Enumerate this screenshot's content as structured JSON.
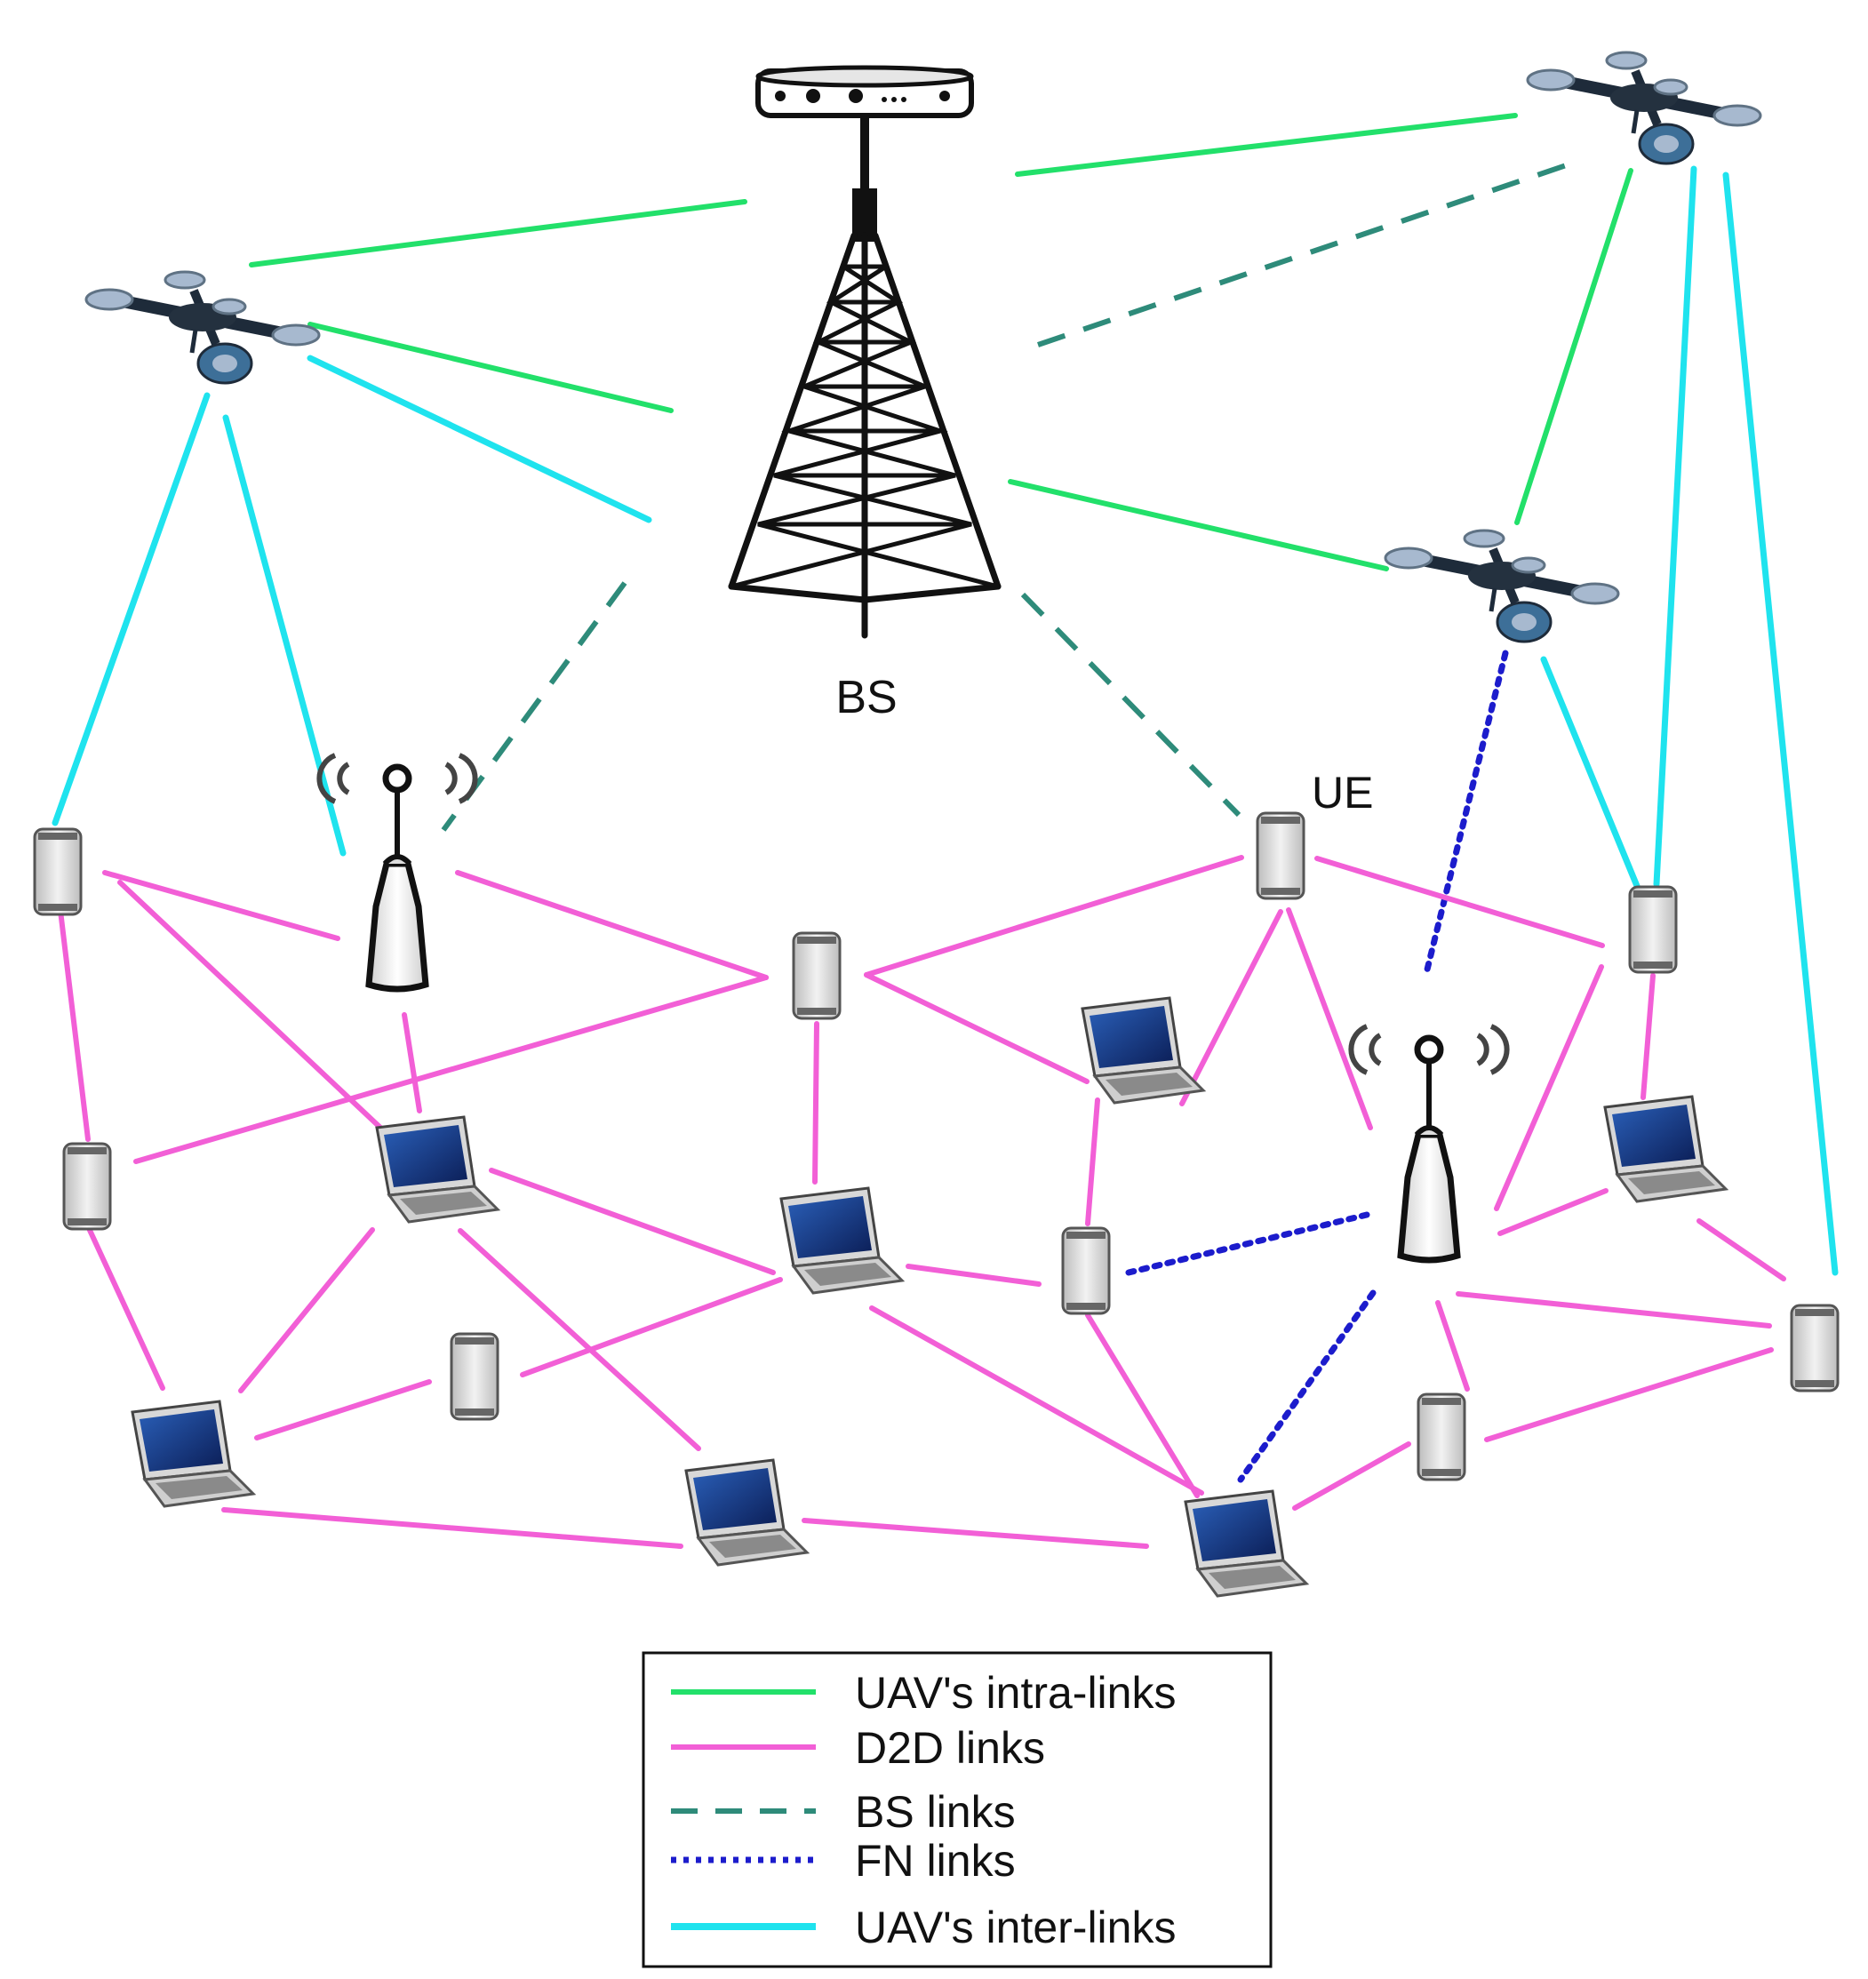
{
  "labels": {
    "bs": "BS",
    "ue": "UE"
  },
  "legend": {
    "items": [
      {
        "label": "UAV's intra-links",
        "style": "solid",
        "color": "#22e06a"
      },
      {
        "label": "D2D links",
        "style": "solid",
        "color": "#f25fd6"
      },
      {
        "label": "BS links",
        "style": "dashed",
        "color": "#2e8b7a"
      },
      {
        "label": "FN links",
        "style": "dotted",
        "color": "#1c1ccc"
      },
      {
        "label": "UAV's inter-links",
        "style": "solid",
        "color": "#1fe3ee"
      }
    ]
  },
  "colors": {
    "intra": "#22e06a",
    "d2d": "#f25fd6",
    "bs": "#2e8b7a",
    "fn": "#1c1ccc",
    "inter": "#1fe3ee"
  },
  "icons": [
    "base-station-tower-icon",
    "drone-icon",
    "smartphone-icon",
    "laptop-icon",
    "fog-node-router-icon"
  ]
}
